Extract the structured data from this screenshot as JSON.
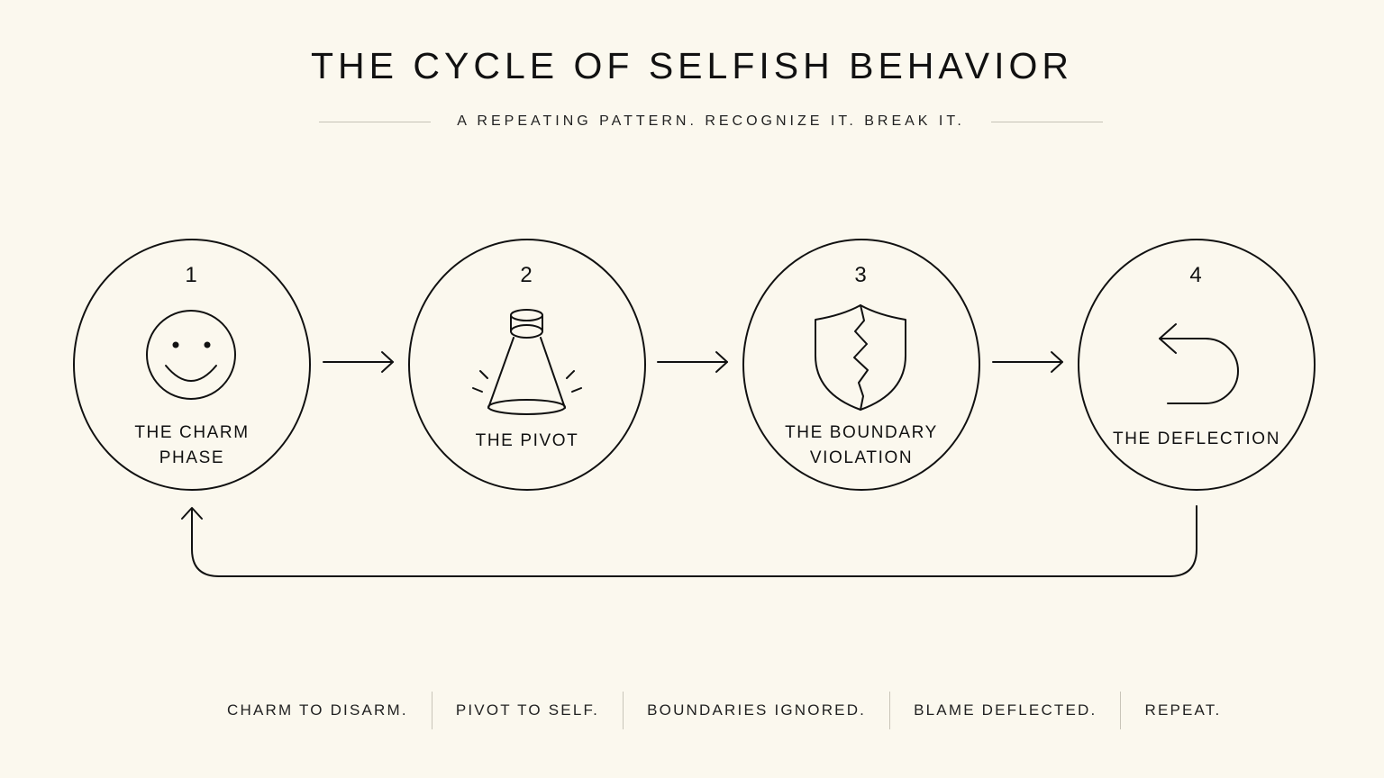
{
  "header": {
    "title": "THE CYCLE OF SELFISH BEHAVIOR",
    "subtitle": "A REPEATING PATTERN. RECOGNIZE IT. BREAK IT."
  },
  "steps": [
    {
      "number": "1",
      "label": "THE CHARM\nPHASE",
      "icon": "smiley-face-icon"
    },
    {
      "number": "2",
      "label": "THE PIVOT",
      "icon": "spotlight-icon"
    },
    {
      "number": "3",
      "label": "THE BOUNDARY\nVIOLATION",
      "icon": "cracked-shield-icon"
    },
    {
      "number": "4",
      "label": "THE DEFLECTION",
      "icon": "return-arrow-icon"
    }
  ],
  "footer": {
    "items": [
      "CHARM TO DISARM.",
      "PIVOT TO SELF.",
      "BOUNDARIES IGNORED.",
      "BLAME DEFLECTED.",
      "REPEAT."
    ]
  },
  "colors": {
    "background": "#fbf8ee",
    "ink": "#111111",
    "rule": "#c6c2b6"
  }
}
